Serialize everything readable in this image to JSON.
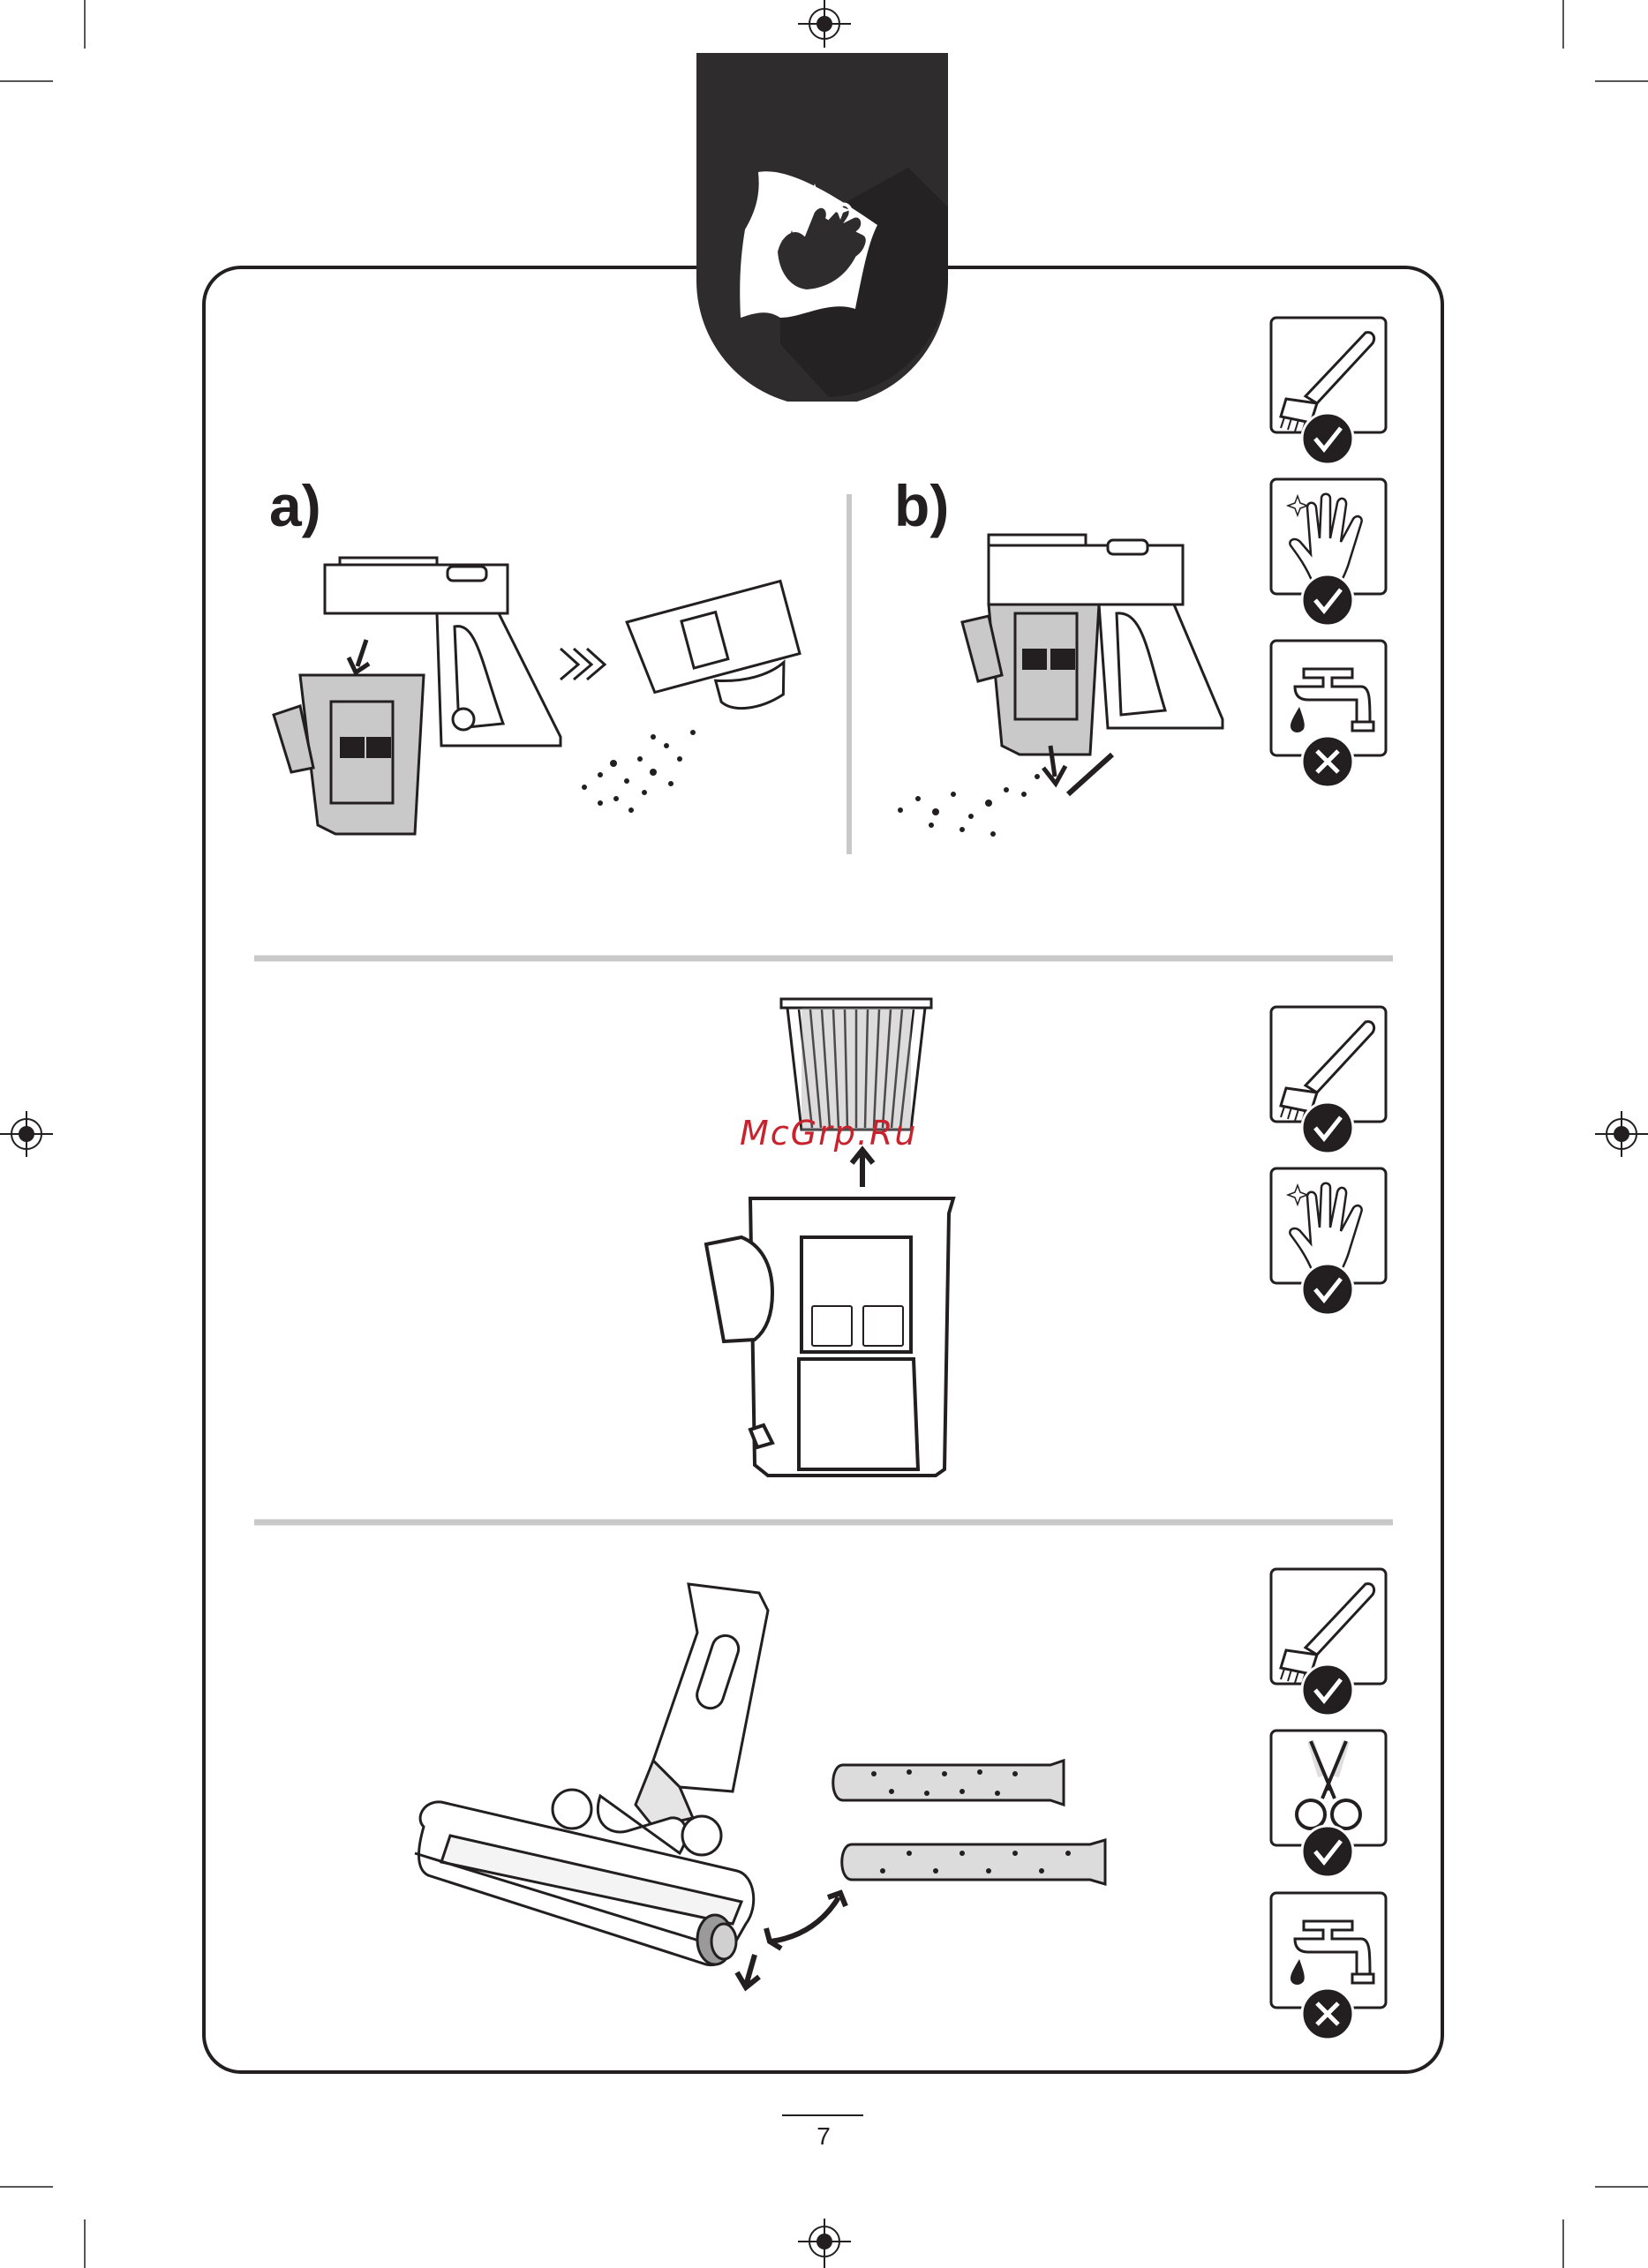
{
  "steps": {
    "a_label": "a)",
    "b_label": "b)"
  },
  "watermark": "McGrp.Ru",
  "page_number": "7",
  "icons": {
    "header": "hand-wiping-cloth-icon",
    "section1": [
      "brush-check-icon",
      "hand-check-icon",
      "faucet-cross-icon"
    ],
    "section2": [
      "brush-check-icon",
      "hand-check-icon"
    ],
    "section3": [
      "brush-check-icon",
      "scissors-check-icon",
      "faucet-cross-icon"
    ]
  },
  "colors": {
    "header_badge": "#2e2c2d",
    "frame": "#231f20",
    "divider": "#c8c8c8",
    "dust_bin_fill": "#c9c9c9",
    "watermark": "#c8232c"
  }
}
